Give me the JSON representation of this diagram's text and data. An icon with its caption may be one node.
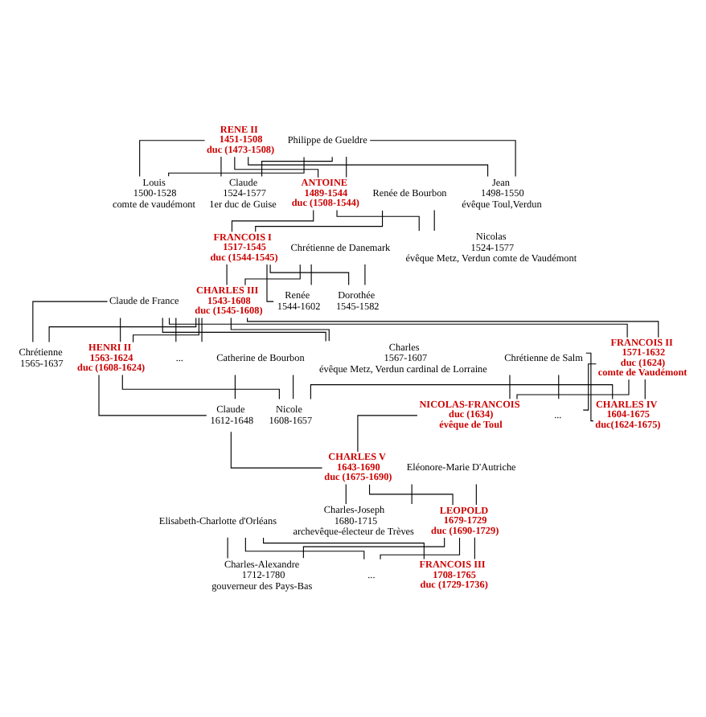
{
  "diagram": {
    "nodes": [
      {
        "text": [
          "RENE II",
          "1451-1508",
          "duc (1473-1508)"
        ]
      },
      {
        "text": [
          "Philippe de Gueldre"
        ]
      },
      {
        "text": [
          "Renée de Bourbon"
        ]
      },
      {
        "text": [
          "ANTOINE",
          "1489-1544",
          "duc (1508-1544)"
        ]
      },
      {
        "text": [
          "Claude",
          "1524-1577",
          "1er duc de Guise"
        ]
      },
      {
        "text": [
          "Jean",
          "1498-1550",
          "évêque Toul,Verdun"
        ]
      },
      {
        "text": [
          "Louis",
          "1500-1528",
          "comte de vaudémont"
        ]
      },
      {
        "text": [
          "Chrétienne de Danemark"
        ]
      },
      {
        "text": [
          "FRANCOIS I",
          "1517-1545",
          "duc (1544-1545)"
        ]
      },
      {
        "text": [
          "Nicolas",
          "1524-1577",
          "évêque Metz, Verdun comte de Vaudémont"
        ]
      },
      {
        "text": [
          "Claude de France"
        ]
      },
      {
        "text": [
          "CHARLES III",
          "1543-1608",
          "duc (1545-1608)"
        ]
      },
      {
        "text": [
          "Renée",
          "1544-1602"
        ]
      },
      {
        "text": [
          "Dorothée",
          "1545-1582"
        ]
      },
      {
        "text": [
          "Catherine de Bourbon"
        ]
      },
      {
        "text": [
          "HENRI II",
          "1563-1624",
          "duc (1608-1624)"
        ]
      },
      {
        "text": [
          "Chrétienne",
          "1565-1637"
        ]
      },
      {
        "text": [
          "Charles",
          "1567-1607",
          "évêque Metz, Verdun cardinal de Lorraine"
        ]
      },
      {
        "text": [
          "FRANCOIS II",
          "1571-1632",
          "duc (1624)",
          "comte de Vaudémont"
        ]
      },
      {
        "text": [
          "..."
        ]
      },
      {
        "text": [
          "Chrétienne de Salm"
        ]
      },
      {
        "text": [
          "Claude",
          "1612-1648"
        ]
      },
      {
        "text": [
          "Nicole",
          "1608-1657"
        ]
      },
      {
        "text": [
          "CHARLES IV",
          "1604-1675",
          "duc(1624-1675)"
        ]
      },
      {
        "text": [
          "NICOLAS-FRANCOIS",
          "duc (1634)",
          "évêque de Toul"
        ]
      },
      {
        "text": [
          "..."
        ]
      },
      {
        "text": [
          "CHARLES V",
          "1643-1690",
          "duc (1675-1690)"
        ]
      },
      {
        "text": [
          "Eléonore-Marie D'Autriche"
        ]
      },
      {
        "text": [
          "LEOPOLD",
          "1679-1729",
          "duc (1690-1729)"
        ]
      },
      {
        "text": [
          "Charles-Joseph",
          "1680-1715",
          "archevêque-électeur de Trèves"
        ]
      },
      {
        "text": [
          "Elisabeth-Charlotte d'Orléans"
        ]
      },
      {
        "text": [
          "FRANCOIS III",
          "1708-1765",
          "duc (1729-1736)"
        ]
      },
      {
        "text": [
          "Charles-Alexandre",
          "1712-1780",
          "gouverneur des Pays-Bas"
        ]
      },
      {
        "text": [
          "..."
        ]
      }
    ],
    "edges": [
      {
        "from": 0,
        "to": 3,
        "arrow": "none"
      },
      {
        "from": 0,
        "to": 4,
        "arrow": "none"
      },
      {
        "from": 0,
        "to": 5,
        "arrow": "none"
      },
      {
        "from": 0,
        "to": 6,
        "arrow": "none"
      },
      {
        "from": 1,
        "to": 3,
        "arrow": "none"
      },
      {
        "from": 1,
        "to": 4,
        "arrow": "none"
      },
      {
        "from": 1,
        "to": 5,
        "arrow": "none"
      },
      {
        "from": 1,
        "to": 6,
        "arrow": "none"
      },
      {
        "from": 2,
        "to": 8,
        "arrow": "none"
      },
      {
        "from": 2,
        "to": 9,
        "arrow": "none"
      },
      {
        "from": 3,
        "to": 8,
        "arrow": "none"
      },
      {
        "from": 3,
        "to": 9,
        "arrow": "none"
      },
      {
        "from": 7,
        "to": 11,
        "arrow": "none"
      },
      {
        "from": 7,
        "to": 12,
        "arrow": "none"
      },
      {
        "from": 7,
        "to": 13,
        "arrow": "none"
      },
      {
        "from": 8,
        "to": 11,
        "arrow": "none"
      },
      {
        "from": 8,
        "to": 12,
        "arrow": "none"
      },
      {
        "from": 8,
        "to": 13,
        "arrow": "none"
      },
      {
        "from": 10,
        "to": 15,
        "arrow": "none"
      },
      {
        "from": 10,
        "to": 16,
        "arrow": "none"
      },
      {
        "from": 10,
        "to": 17,
        "arrow": "none"
      },
      {
        "from": 10,
        "to": 18,
        "arrow": "none"
      },
      {
        "from": 10,
        "to": 19,
        "arrow": "none"
      },
      {
        "from": 11,
        "to": 15,
        "arrow": "none"
      },
      {
        "from": 11,
        "to": 16,
        "arrow": "none"
      },
      {
        "from": 11,
        "to": 17,
        "arrow": "none"
      },
      {
        "from": 11,
        "to": 18,
        "arrow": "none"
      },
      {
        "from": 11,
        "to": 19,
        "arrow": "none"
      },
      {
        "from": 14,
        "to": 21,
        "arrow": "none"
      },
      {
        "from": 14,
        "to": 22,
        "arrow": "none"
      },
      {
        "from": 15,
        "to": 21,
        "arrow": "none"
      },
      {
        "from": 15,
        "to": 22,
        "arrow": "none"
      },
      {
        "from": 18,
        "to": 23,
        "arrow": "none"
      },
      {
        "from": 18,
        "to": 24,
        "arrow": "none"
      },
      {
        "from": 18,
        "to": 25,
        "arrow": "none"
      },
      {
        "from": 20,
        "to": 23,
        "arrow": "none"
      },
      {
        "from": 20,
        "to": 24,
        "arrow": "none"
      },
      {
        "from": 20,
        "to": 25,
        "arrow": "none"
      },
      {
        "from": 22,
        "to": 23,
        "arrow": "none"
      },
      {
        "from": 21,
        "to": 26,
        "arrow": "none"
      },
      {
        "from": 24,
        "to": 26,
        "arrow": "none"
      },
      {
        "from": 26,
        "to": 28,
        "arrow": "none"
      },
      {
        "from": 26,
        "to": 29,
        "arrow": "none"
      },
      {
        "from": 27,
        "to": 28,
        "arrow": "none"
      },
      {
        "from": 27,
        "to": 29,
        "arrow": "none"
      },
      {
        "from": 28,
        "to": 31,
        "arrow": "none"
      },
      {
        "from": 28,
        "to": 32,
        "arrow": "none"
      },
      {
        "from": 28,
        "to": 33,
        "arrow": "none"
      },
      {
        "from": 30,
        "to": 31,
        "arrow": "none"
      },
      {
        "from": 30,
        "to": 32,
        "arrow": "none"
      },
      {
        "from": 30,
        "to": 33,
        "arrow": "none"
      }
    ]
  }
}
